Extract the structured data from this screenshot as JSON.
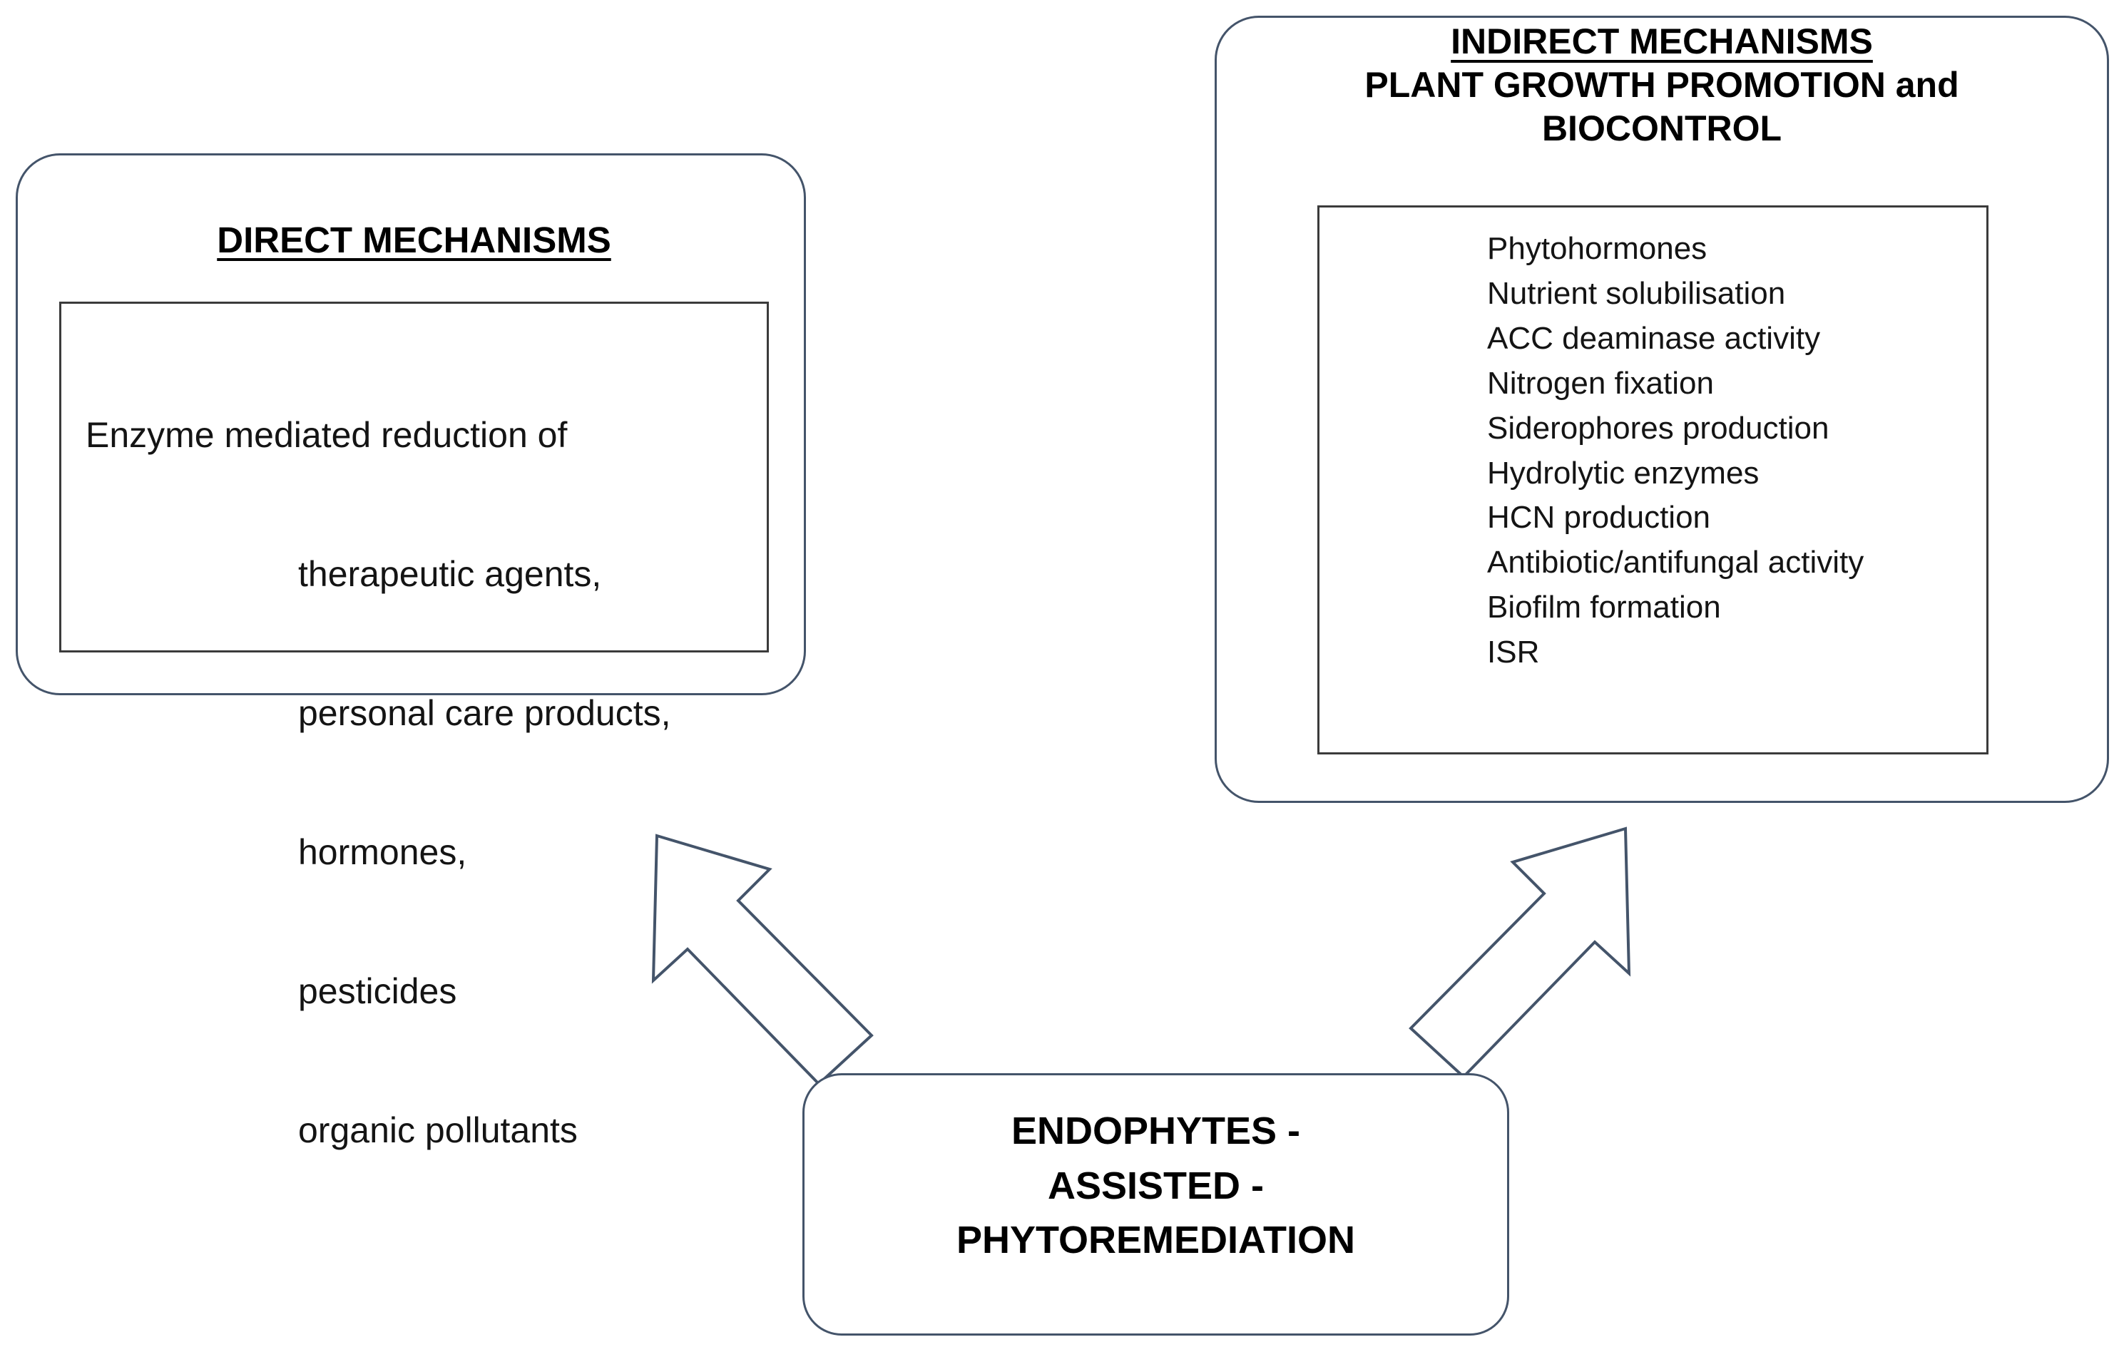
{
  "diagram": {
    "title": "Endophytes-assisted phytoremediation mechanisms",
    "line_color": "#44546a",
    "inner_border_color": "#3b3b3b",
    "text_color": "#000000",
    "background": "#ffffff"
  },
  "direct_panel": {
    "heading": "DIRECT MECHANISMS",
    "body_lines": [
      "Enzyme mediated reduction of",
      "therapeutic agents,",
      "personal care products,",
      "hormones,",
      "pesticides",
      "organic pollutants"
    ]
  },
  "indirect_panel": {
    "heading_line1": "INDIRECT MECHANISMS",
    "heading_line2": "PLANT GROWTH PROMOTION and",
    "heading_line3": "BIOCONTROL",
    "items": [
      "Phytohormones",
      "Nutrient solubilisation",
      "ACC deaminase activity",
      "Nitrogen fixation",
      "Siderophores production",
      "Hydrolytic enzymes",
      "HCN production",
      "Antibiotic/antifungal activity",
      "Biofilm formation",
      "ISR"
    ]
  },
  "bottom_panel": {
    "line1": "ENDOPHYTES -",
    "line2": "ASSISTED -",
    "line3": "PHYTOREMEDIATION"
  },
  "arrows": {
    "left": "arrow-up-left",
    "right": "arrow-up-right"
  }
}
